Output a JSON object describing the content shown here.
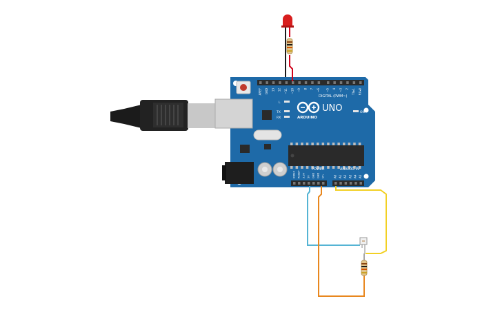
{
  "board": {
    "brand_logo_text": "UNO",
    "brand_name": "ARDUINO",
    "digital_header_label": "DIGITAL (PWM~)",
    "power_label": "POWER",
    "analog_label": "ANALOG IN",
    "on_label": "ON",
    "led_labels": {
      "l": "L",
      "tx": "TX",
      "rx": "RX"
    },
    "top_pins": [
      "AREF",
      "GND",
      "13",
      "12",
      "~11",
      "~10",
      "~9",
      "8",
      "7",
      "~6",
      "~5",
      "4",
      "~3",
      "2",
      "TX▸1",
      "RX◂0"
    ],
    "power_pins": [
      "IOREF",
      "RESET",
      "3.3V",
      "5V",
      "GND",
      "GND",
      "Vin"
    ],
    "analog_pins": [
      "A0",
      "A1",
      "A2",
      "A3",
      "A4",
      "A5"
    ]
  },
  "components": {
    "led": {
      "color": "#d81e1e",
      "name": "red-led"
    },
    "resistor_led": {
      "name": "led-resistor"
    },
    "resistor_sensor": {
      "name": "sensor-resistor"
    },
    "sensor": {
      "name": "light-sensor"
    }
  },
  "wires": {
    "led_cathode": "#1a1a1a",
    "led_anode": "#d0021b",
    "five_volt": "#55b4d4",
    "ground": "#e8871e",
    "analog_signal": "#f2d024"
  },
  "colors": {
    "pcb": "#1e6aa8",
    "pcb_dark": "#17578b",
    "header": "#2b2b2b",
    "chip": "#2a2a2a"
  }
}
